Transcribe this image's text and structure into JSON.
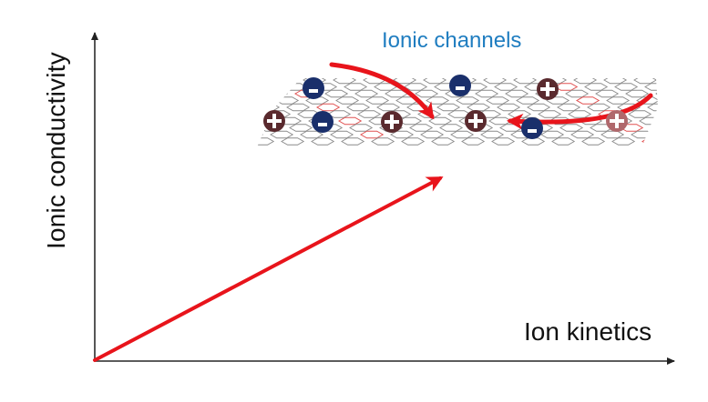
{
  "diagram": {
    "title": "Ionic channels",
    "x_axis_label": "Ion kinetics",
    "y_axis_label": "Ionic conductivity",
    "colors": {
      "title": "#1f7dc0",
      "axis": "#333333",
      "arrow": "#e8141b",
      "anion": "#1a2f6b",
      "cation": "#5a2a2e",
      "lattice": "#555555"
    },
    "ions": [
      {
        "type": "anion",
        "sign": "-"
      },
      {
        "type": "anion",
        "sign": "-"
      },
      {
        "type": "cation",
        "sign": "+"
      },
      {
        "type": "cation",
        "sign": "+"
      },
      {
        "type": "anion",
        "sign": "-"
      },
      {
        "type": "cation",
        "sign": "+"
      },
      {
        "type": "cation",
        "sign": "+"
      },
      {
        "type": "anion",
        "sign": "-"
      },
      {
        "type": "cation",
        "sign": "+"
      }
    ],
    "trend_arrow": "increasing",
    "flow_arrows": [
      "ion-flow-left-arrow",
      "ion-flow-right-arrow"
    ]
  }
}
